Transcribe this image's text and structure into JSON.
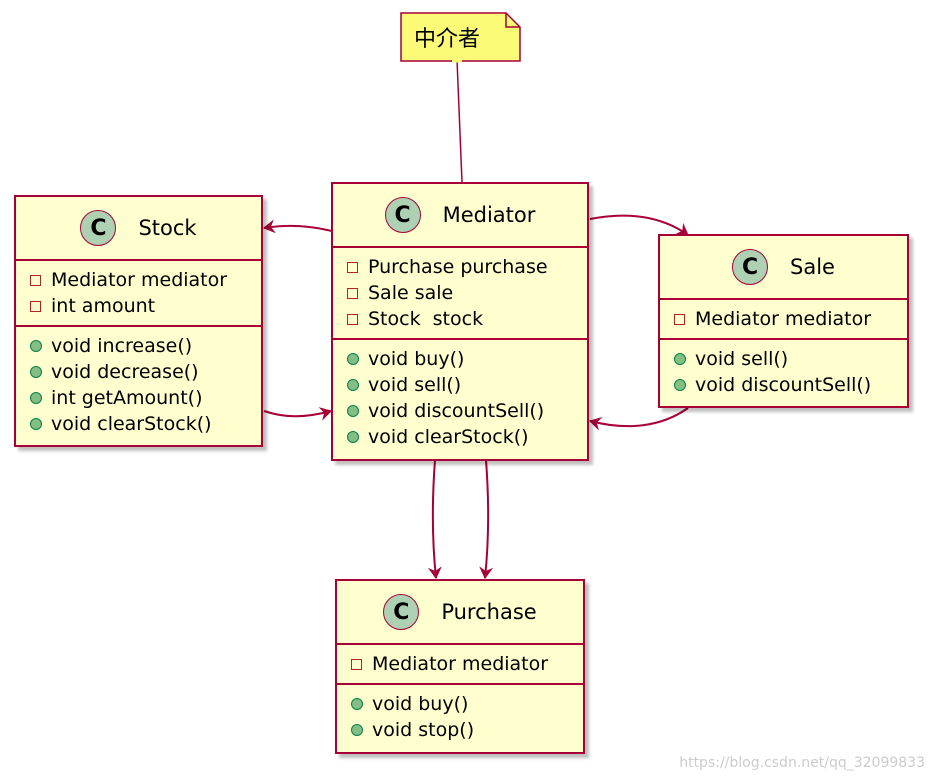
{
  "note": {
    "text": "中介者"
  },
  "classes": {
    "stock": {
      "name": "Stock",
      "badge": "C",
      "fields": [
        "Mediator mediator",
        "int amount"
      ],
      "methods": [
        "void increase()",
        "void decrease()",
        "int getAmount()",
        "void clearStock()"
      ]
    },
    "mediator": {
      "name": "Mediator",
      "badge": "C",
      "fields": [
        "Purchase purchase",
        "Sale sale",
        "Stock  stock"
      ],
      "methods": [
        "void buy()",
        "void sell()",
        "void discountSell()",
        "void clearStock()"
      ]
    },
    "sale": {
      "name": "Sale",
      "badge": "C",
      "fields": [
        "Mediator mediator"
      ],
      "methods": [
        "void sell()",
        "void discountSell()"
      ]
    },
    "purchase": {
      "name": "Purchase",
      "badge": "C",
      "fields": [
        "Mediator mediator"
      ],
      "methods": [
        "void buy()",
        "void stop()"
      ]
    }
  },
  "colors": {
    "border": "#a80036",
    "fill": "#fefece",
    "note_fill": "#fbfb77",
    "badge": "#add1b2"
  },
  "watermark": "https://blog.csdn.net/qq_32099833"
}
